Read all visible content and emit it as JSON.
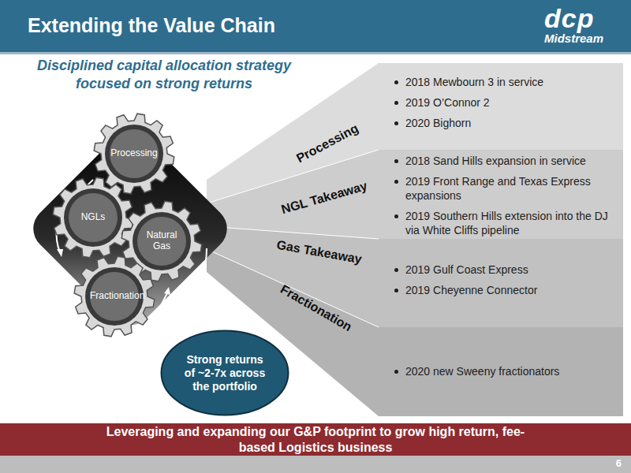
{
  "diagram": {
    "title": "Extending the Value Chain",
    "nodes": [
      {
        "text": [
          "Processing"
        ]
      },
      {
        "text": [
          "NGLs"
        ]
      },
      {
        "text": [
          "Natural Gas"
        ]
      },
      {
        "text": [
          "Fractionation"
        ]
      },
      {
        "text": [
          "Processing",
          "2018 Mewbourn 3 in service",
          "2019 O’Connor 2",
          "2020 Bighorn"
        ]
      },
      {
        "text": [
          "NGL Takeaway",
          "2018 Sand Hills expansion in service",
          "2019 Front Range and Texas Express expansions",
          "2019 Southern Hills extension into the DJ via White Cliffs pipeline"
        ]
      },
      {
        "text": [
          "Gas Takeaway",
          "2019 Gulf Coast Express",
          "2019 Cheyenne Connector"
        ]
      },
      {
        "text": [
          "Fractionation",
          "2020 new Sweeny fractionators"
        ]
      },
      {
        "text": [
          "Strong returns of ~2-7x across the portfolio"
        ]
      },
      {
        "text": [
          "Leveraging and expanding our G&P footprint to grow high return, fee-based Logistics business"
        ]
      }
    ],
    "edges": [],
    "labels": [
      "dcp",
      "Midstream",
      "Disciplined capital allocation strategy focused on strong returns",
      "6"
    ]
  }
}
